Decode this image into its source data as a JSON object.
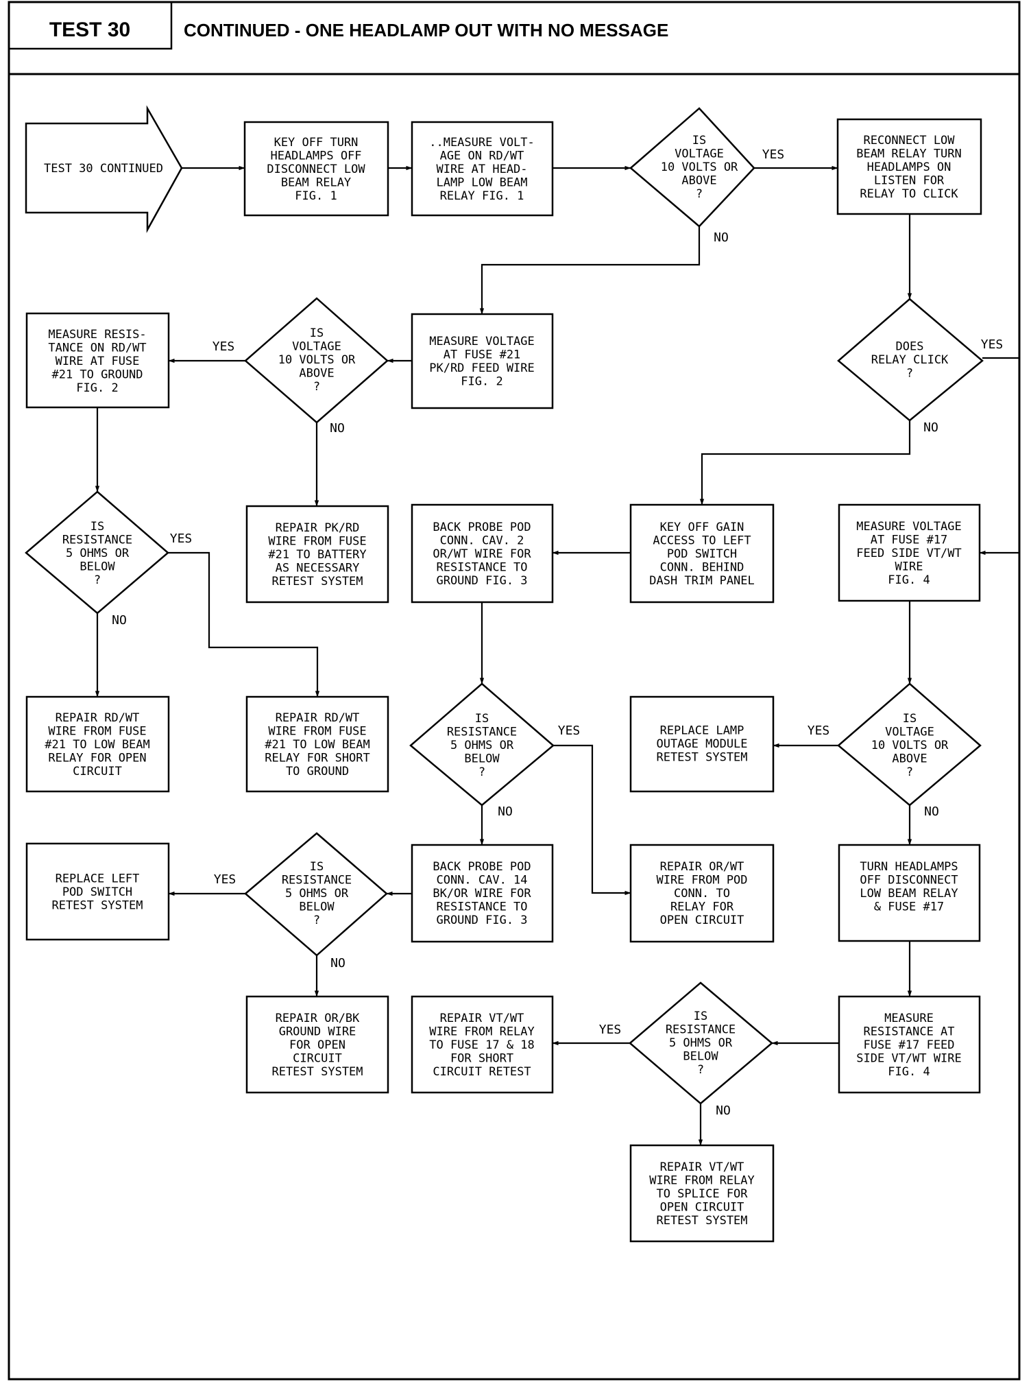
{
  "header": {
    "test_label": "TEST 30",
    "title": "CONTINUED - ONE HEADLAMP OUT WITH NO MESSAGE"
  },
  "labels": {
    "yes": "YES",
    "no": "NO"
  },
  "nodes": {
    "start": "TEST 30 CONTINUED",
    "b1": "KEY OFF TURN\nHEADLAMPS OFF\nDISCONNECT LOW\nBEAM RELAY\nFIG. 1",
    "b2": "..MEASURE VOLT-\nAGE ON RD/WT\nWIRE AT HEAD-\nLAMP LOW BEAM\nRELAY FIG. 1",
    "d1": "IS\nVOLTAGE\n10 VOLTS OR\nABOVE\n?",
    "b3": "RECONNECT LOW\nBEAM RELAY TURN\nHEADLAMPS ON\nLISTEN FOR\nRELAY TO CLICK",
    "b4": "MEASURE VOLTAGE\nAT FUSE #21\nPK/RD FEED WIRE\nFIG. 2",
    "d2": "IS\nVOLTAGE\n10 VOLTS OR\nABOVE\n?",
    "b5": "MEASURE RESIS-\nTANCE ON RD/WT\nWIRE AT FUSE\n#21 TO GROUND\nFIG. 2",
    "d3": "DOES\nRELAY CLICK\n?",
    "b6": "REPAIR PK/RD\nWIRE FROM FUSE\n#21 TO BATTERY\nAS NECESSARY\nRETEST SYSTEM",
    "d4": "IS\nRESISTANCE\n5 OHMS OR\nBELOW\n?",
    "b7": "BACK PROBE POD\nCONN. CAV. 2\nOR/WT WIRE FOR\nRESISTANCE TO\nGROUND FIG. 3",
    "b8": "KEY OFF GAIN\nACCESS TO LEFT\nPOD SWITCH\nCONN. BEHIND\nDASH TRIM PANEL",
    "b9": "MEASURE VOLTAGE\nAT FUSE #17\nFEED SIDE VT/WT\nWIRE\nFIG. 4",
    "b10": "REPAIR RD/WT\nWIRE FROM FUSE\n#21 TO LOW BEAM\nRELAY FOR OPEN\nCIRCUIT",
    "b11": "REPAIR RD/WT\nWIRE FROM FUSE\n#21 TO LOW BEAM\nRELAY FOR SHORT\nTO GROUND",
    "d5": "IS\nRESISTANCE\n5 OHMS OR\nBELOW\n?",
    "b12": "REPLACE LAMP\nOUTAGE MODULE\nRETEST SYSTEM",
    "d6": "IS\nVOLTAGE\n10 VOLTS OR\nABOVE\n?",
    "b13": "REPLACE LEFT\nPOD SWITCH\nRETEST SYSTEM",
    "d7": "IS\nRESISTANCE\n5 OHMS OR\nBELOW\n?",
    "b14": "BACK PROBE POD\nCONN. CAV. 14\nBK/OR WIRE FOR\nRESISTANCE TO\nGROUND FIG. 3",
    "b15": "REPAIR OR/WT\nWIRE FROM POD\nCONN. TO\nRELAY FOR\nOPEN CIRCUIT",
    "b16": "TURN HEADLAMPS\nOFF DISCONNECT\nLOW BEAM RELAY\n& FUSE #17",
    "b17": "REPAIR OR/BK\nGROUND WIRE\nFOR OPEN\nCIRCUIT\nRETEST SYSTEM",
    "b18": "REPAIR VT/WT\nWIRE FROM RELAY\nTO FUSE 17 & 18\nFOR SHORT\nCIRCUIT RETEST",
    "d8": "IS\nRESISTANCE\n5 OHMS OR\nBELOW\n?",
    "b19": "MEASURE\nRESISTANCE AT\nFUSE #17 FEED\nSIDE VT/WT WIRE\nFIG. 4",
    "b20": "REPAIR VT/WT\nWIRE FROM RELAY\nTO SPLICE FOR\nOPEN CIRCUIT\nRETEST SYSTEM"
  }
}
